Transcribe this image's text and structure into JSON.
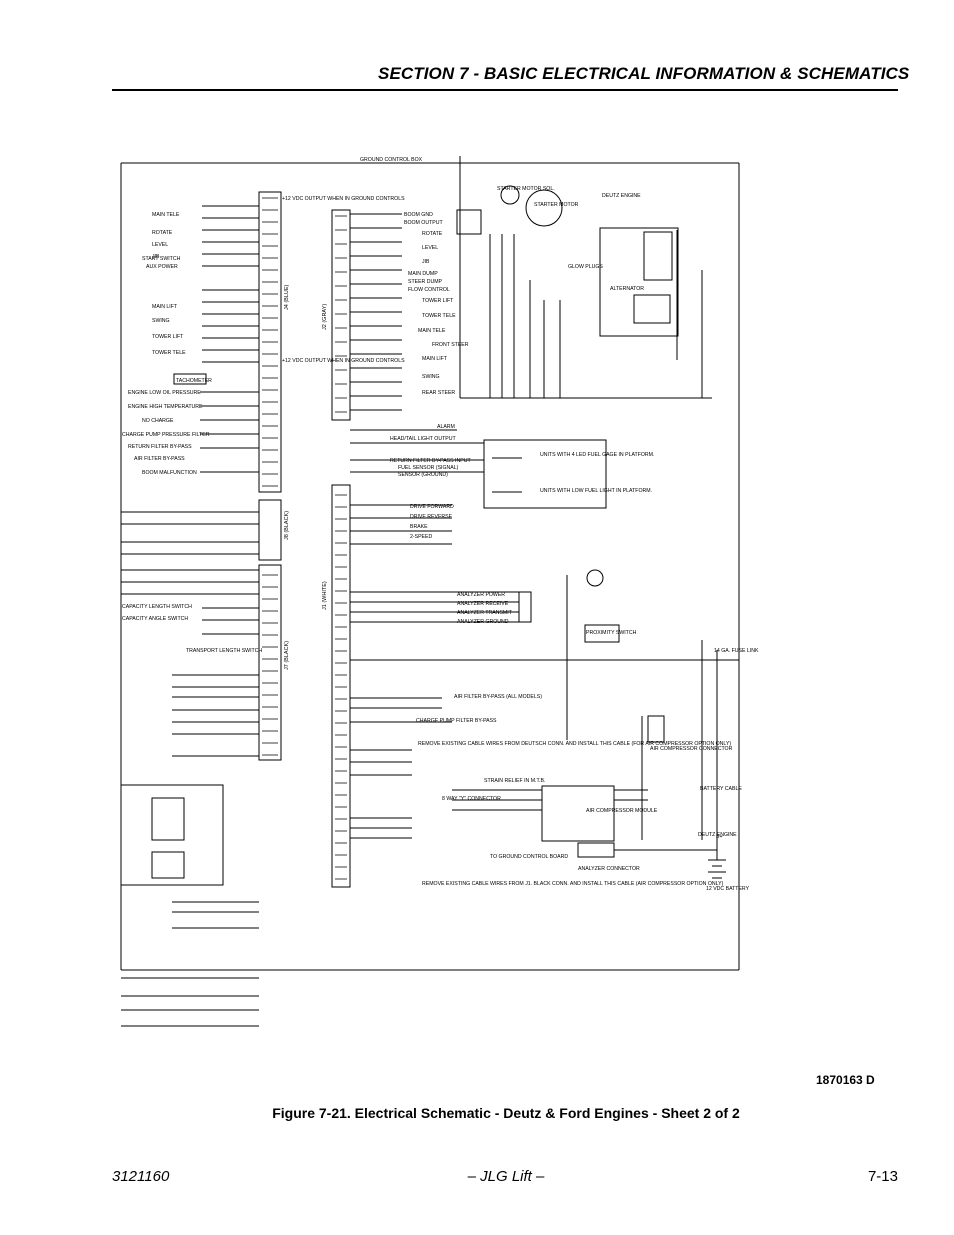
{
  "header": {
    "section_title": "SECTION 7 - BASIC ELECTRICAL INFORMATION & SCHEMATICS"
  },
  "schematic": {
    "top_labels": {
      "ground_control_box": "GROUND CONTROL BOX",
      "deutz_engine": "DEUTZ ENGINE",
      "starter_motor_sol": "STARTER MOTOR SOL.",
      "starter_motor": "STARTER MOTOR",
      "glow_plugs": "GLOW PLUGS",
      "alternator": "ALTERNATOR"
    },
    "connectors": {
      "j4_blue": "J4 (BLUE)",
      "j2_gray": "J2 (GRAY)",
      "j8_black": "J8 (BLACK)",
      "j1_white": "J1 (WHITE)",
      "j7_black": "J7 (BLACK)"
    },
    "left_labels": [
      "MAIN TELE",
      "ROTATE",
      "LEVEL",
      "JIB",
      "START SWITCH",
      "AUX POWER",
      "MAIN LIFT",
      "SWING",
      "TOWER LIFT",
      "TOWER TELE",
      "ENGINE LOW OIL PRESSURE",
      "ENGINE HIGH TEMPERATURE",
      "NO CHARGE",
      "CHARGE PUMP PRESSURE FILTER",
      "RETURN FILTER BY-PASS",
      "AIR FILTER BY-PASS",
      "BOOM MALFUNCTION",
      "CAPACITY LENGTH SWITCH",
      "CAPACITY ANGLE SWITCH",
      "TRANSPORT LENGTH SWITCH"
    ],
    "j4_notes": {
      "top": "+12 VDC OUTPUT WHEN IN GROUND CONTROLS",
      "middle": "+12 VDC OUTPUT WHEN IN GROUND CONTROLS"
    },
    "tachometer": "TACHOMETER",
    "right_labels": [
      "BOOM GND",
      "BOOM OUTPUT",
      "ROTATE",
      "LEVEL",
      "JIB",
      "MAIN DUMP",
      "STEER DUMP",
      "FLOW CONTROL",
      "TOWER LIFT",
      "TOWER TELE",
      "MAIN TELE",
      "FRONT STEER",
      "MAIN LIFT",
      "SWING",
      "REAR STEER",
      "ALARM",
      "HEAD/TAIL LIGHT OUTPUT",
      "RETURN FILTER BY-PASS INPUT",
      "FUEL SENSOR (SIGNAL)",
      "SENSOR (GROUND)",
      "DRIVE FORWARD",
      "DRIVE REVERSE",
      "BRAKE",
      "2-SPEED",
      "ANALYZER POWER",
      "ANALYZER RECEIVE",
      "ANALYZER TRANSMIT",
      "ANALYZER GROUND",
      "AIR FILTER BY-PASS (ALL MODELS)",
      "CHARGE PUMP FILTER BY-PASS"
    ],
    "platform_notes": [
      "UNITS WITH 4 LED FUEL GAGE IN PLATFORM.",
      "UNITS WITH LOW FUEL LIGHT IN PLATFORM."
    ],
    "bottom_notes": [
      "REMOVE EXISTING CABLE WIRES FROM DEUTSCH CONN. AND INSTALL THIS CABLE (FOR AIR COMPRESSOR OPTION ONLY)",
      "STRAIN RELIEF IN M.T.B.",
      "8 WAY \"Y\" CONNECTOR",
      "REMOVE EXISTING CABLE WIRES FROM J1. BLACK CONN. AND INSTALL THIS CABLE (AIR COMPRESSOR OPTION ONLY)",
      "AIR COMPRESSOR MODULE",
      "ANALYZER CONNECTOR",
      "TO GROUND CONTROL BOARD",
      "AIR COMPRESSOR CONNECTOR",
      "BATTERY CABLE",
      "12 VDC BATTERY",
      "14 GA. FUSE LINK",
      "PROXIMITY SWITCH",
      "DEUTZ ENGINE",
      "B+"
    ]
  },
  "drawing_number": "1870163 D",
  "caption": "Figure 7-21.  Electrical Schematic - Deutz & Ford Engines - Sheet 2 of 2",
  "footer": {
    "doc_number": "3121160",
    "center": "– JLG Lift –",
    "page": "7-13"
  }
}
